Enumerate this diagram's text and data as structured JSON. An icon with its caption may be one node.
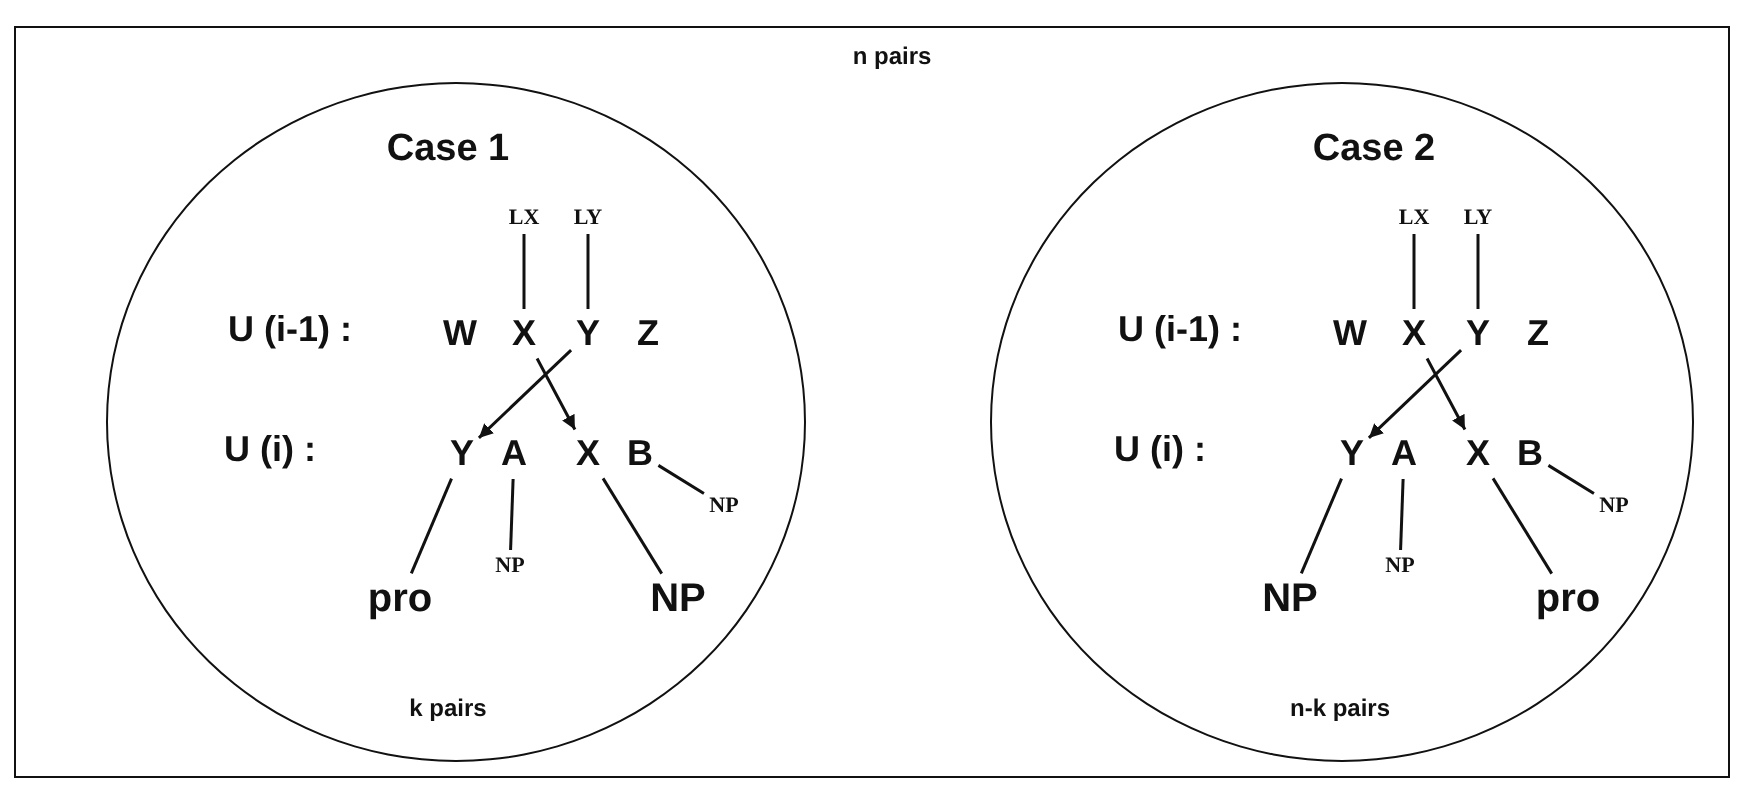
{
  "diagram": {
    "nodes": [
      {
        "text": [
          "n pairs"
        ]
      },
      {
        "text": [
          "Case 1",
          "k pairs"
        ],
        "in": 0
      },
      {
        "text": [
          "LX"
        ],
        "in": 1
      },
      {
        "text": [
          "LY"
        ],
        "in": 1
      },
      {
        "text": [
          "W"
        ],
        "in": 1
      },
      {
        "text": [
          "X"
        ],
        "in": 1
      },
      {
        "text": [
          "Y"
        ],
        "in": 1
      },
      {
        "text": [
          "Z"
        ],
        "in": 1
      },
      {
        "text": [
          "Y"
        ],
        "in": 1
      },
      {
        "text": [
          "A"
        ],
        "in": 1
      },
      {
        "text": [
          "X"
        ],
        "in": 1
      },
      {
        "text": [
          "B"
        ],
        "in": 1
      },
      {
        "text": [
          "NP"
        ],
        "in": 1
      },
      {
        "text": [
          "NP"
        ],
        "in": 1
      },
      {
        "text": [
          "pro"
        ],
        "in": 1
      },
      {
        "text": [
          "NP"
        ],
        "in": 1
      },
      {
        "text": [
          "Case 2",
          "n-k pairs"
        ],
        "in": 0
      },
      {
        "text": [
          "LX"
        ],
        "in": 16
      },
      {
        "text": [
          "LY"
        ],
        "in": 16
      },
      {
        "text": [
          "W"
        ],
        "in": 16
      },
      {
        "text": [
          "X"
        ],
        "in": 16
      },
      {
        "text": [
          "Y"
        ],
        "in": 16
      },
      {
        "text": [
          "Z"
        ],
        "in": 16
      },
      {
        "text": [
          "Y"
        ],
        "in": 16
      },
      {
        "text": [
          "A"
        ],
        "in": 16
      },
      {
        "text": [
          "X"
        ],
        "in": 16
      },
      {
        "text": [
          "B"
        ],
        "in": 16
      },
      {
        "text": [
          "NP"
        ],
        "in": 16
      },
      {
        "text": [
          "NP"
        ],
        "in": 16
      },
      {
        "text": [
          "NP"
        ],
        "in": 16
      },
      {
        "text": [
          "pro"
        ],
        "in": 16
      }
    ],
    "edges": [
      {
        "from": 2,
        "to": 5,
        "arrow": "none"
      },
      {
        "from": 3,
        "to": 6,
        "arrow": "none"
      },
      {
        "from": 6,
        "to": 8,
        "arrow": "to"
      },
      {
        "from": 5,
        "to": 10,
        "arrow": "to"
      },
      {
        "from": 8,
        "to": 14,
        "arrow": "none"
      },
      {
        "from": 9,
        "to": 13,
        "arrow": "none"
      },
      {
        "from": 10,
        "to": 15,
        "arrow": "none"
      },
      {
        "from": 11,
        "to": 12,
        "arrow": "none"
      },
      {
        "from": 17,
        "to": 20,
        "arrow": "none"
      },
      {
        "from": 18,
        "to": 21,
        "arrow": "none"
      },
      {
        "from": 21,
        "to": 23,
        "arrow": "to"
      },
      {
        "from": 20,
        "to": 25,
        "arrow": "to"
      },
      {
        "from": 23,
        "to": 29,
        "arrow": "none"
      },
      {
        "from": 24,
        "to": 28,
        "arrow": "none"
      },
      {
        "from": 25,
        "to": 30,
        "arrow": "none"
      },
      {
        "from": 26,
        "to": 27,
        "arrow": "none"
      }
    ],
    "labels": [
      "U (i-1) :",
      "U (i) :",
      "U (i-1) :",
      "U (i) :"
    ]
  }
}
